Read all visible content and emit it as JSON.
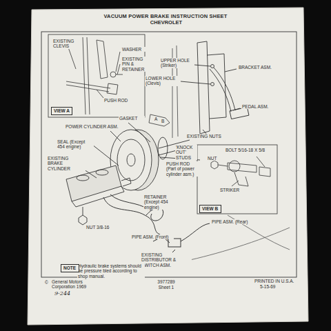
{
  "diagram": {
    "title": "VACUUM POWER BRAKE INSTRUCTION SHEET",
    "nodes": [
      {
        "text": [
          "VIEW A"
        ]
      },
      {
        "text": [
          "VIEW B"
        ]
      },
      {
        "text": [
          "NOTE"
        ]
      }
    ],
    "labels": [
      "CHEVROLET",
      "EXISTING CLEVIS",
      "WASHER",
      "EXISTING PIN & RETAINER",
      "PUSH ROD",
      "UPPER HOLE (Striker)",
      "LOWER HOLE (Clevis)",
      "BRACKET ASM.",
      "PEDAL ASM.",
      "EXISTING NUTS",
      "GASKET",
      "A",
      "B",
      "POWER CYLINDER ASM.",
      "SEAL (Except 454 engine)",
      "EXISTING BRAKE CYLINDER",
      "'KNOCK OUT' STUDS",
      "PUSH ROD (Part of power cylinder asm.)",
      "RETAINER (Except 454 engine)",
      "NUT 3/8-16",
      "BOLT 5/16-18 X 5/8",
      "NUT",
      "STRIKER",
      "PIPE ASM. (Rear)",
      "PIPE ASM. (Front)",
      "EXISTING DISTRIBUTOR & SWITCH ASM.",
      "Hydraulic brake systems should be pressure bled according to shop manual.",
      "©",
      "General Motors Corporation 1969",
      "9-244",
      "3977289",
      "Sheet 1",
      "PRINTED IN U.S.A.",
      "5-15-69"
    ]
  }
}
